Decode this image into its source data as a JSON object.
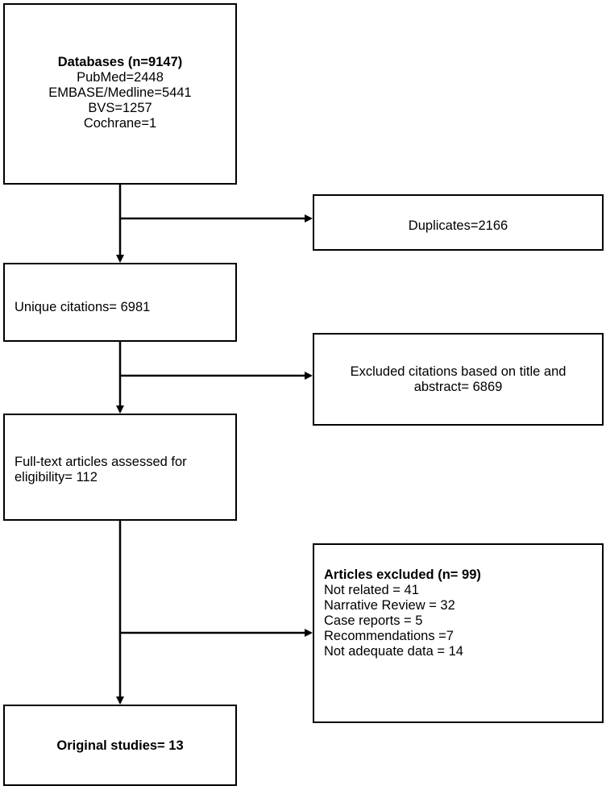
{
  "databases": {
    "title": "Databases (n=9147)",
    "lines": [
      "PubMed=2448",
      "EMBASE/Medline=5441",
      "BVS=1257",
      "Cochrane=1"
    ]
  },
  "duplicates": {
    "text": "Duplicates=2166"
  },
  "unique": {
    "text": "Unique citations= 6981"
  },
  "excluded_title_abstract": {
    "lines": [
      "Excluded citations based on title and",
      "abstract= 6869"
    ]
  },
  "fulltext": {
    "lines": [
      "Full-text articles assessed for",
      "eligibility= 112"
    ]
  },
  "articles_excluded": {
    "title": "Articles excluded (n= 99)",
    "lines": [
      "Not related = 41",
      "Narrative Review = 32",
      "Case reports = 5",
      "Recommendations =7",
      "Not adequate data = 14"
    ]
  },
  "original": {
    "text": "Original studies= 13"
  }
}
